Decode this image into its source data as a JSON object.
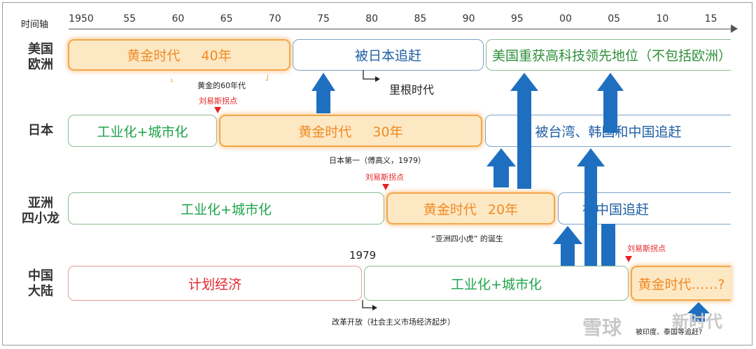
{
  "axis": {
    "title": "时间轴",
    "ticks": [
      "1950",
      "55",
      "60",
      "65",
      "70",
      "75",
      "80",
      "85",
      "90",
      "95",
      "00",
      "05",
      "10",
      "15"
    ]
  },
  "rows": [
    {
      "label_line1": "美国",
      "label_line2": "欧洲"
    },
    {
      "label_line1": "日本",
      "label_line2": ""
    },
    {
      "label_line1": "亚洲",
      "label_line2": "四小龙"
    },
    {
      "label_line1": "中国",
      "label_line2": "大陆"
    }
  ],
  "us": {
    "gold_main": "黄金时代",
    "gold_years": "40年",
    "chased": "被日本追赶",
    "hightech": "美国重获高科技领先地位（不包括欧洲）",
    "note_60s": "黄金的60年代",
    "reagan": "里根时代",
    "lewis": "刘易斯拐点"
  },
  "japan": {
    "industrial": "工业化+城市化",
    "gold_main": "黄金时代",
    "gold_years": "30年",
    "chased": "被台湾、韩国和中国追赶",
    "note": "日本第一（傅高义，1979）",
    "lewis": "刘易斯拐点"
  },
  "tigers": {
    "industrial": "工业化+城市化",
    "gold_main": "黄金时代",
    "gold_years": "20年",
    "chased": "被中国追赶",
    "note": "“亚洲四小虎”  的诞生"
  },
  "china": {
    "planned": "计划经济",
    "industrial": "工业化+城市化",
    "gold": "黄金时代……?",
    "year_1979": "1979",
    "reform": "改革开放（社会主义市场经济起步）",
    "lewis": "刘易斯拐点",
    "bottom_note": "被印度、泰国等追赶?"
  },
  "watermark": {
    "site": "雪球",
    "mark": "新时代"
  },
  "colors": {
    "gold_border": "#f2a74a",
    "gold_fill": "#fde8c4",
    "green_text": "#1ea34a",
    "blue_text": "#1f5fa3",
    "red_text": "#e8262b",
    "arrow": "#1f6fc0"
  }
}
